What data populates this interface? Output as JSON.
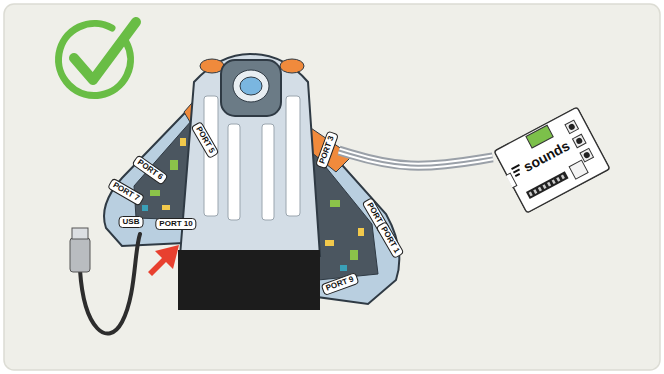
{
  "diagram": {
    "nodes": [
      {
        "text": [
          "PORT 5"
        ]
      },
      {
        "text": [
          "PORT 6"
        ]
      },
      {
        "text": [
          "PORT 7"
        ]
      },
      {
        "text": [
          "USB"
        ]
      },
      {
        "text": [
          "PORT 10"
        ]
      },
      {
        "text": [
          "PORT 3"
        ]
      },
      {
        "text": [
          "PORT 2"
        ]
      },
      {
        "text": [
          "PORT 1"
        ]
      },
      {
        "text": [
          "PORT 9"
        ]
      },
      {
        "text": [
          "sounds"
        ]
      }
    ],
    "edges": [
      {
        "from": 9,
        "to": 5,
        "arrow": "none"
      }
    ]
  }
}
